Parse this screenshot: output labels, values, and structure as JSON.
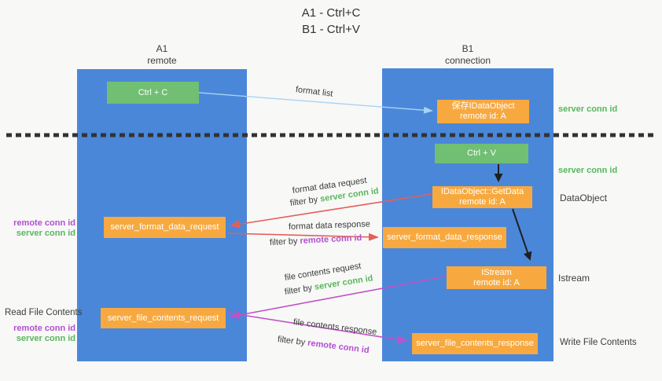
{
  "title": {
    "line1": "A1 - Ctrl+C",
    "line2": "B1 - Ctrl+V"
  },
  "lanes": {
    "left": {
      "name": "A1",
      "role": "remote"
    },
    "right": {
      "name": "B1",
      "role": "connection"
    }
  },
  "boxes": {
    "ctrl_c": {
      "label": "Ctrl + C"
    },
    "save_dataobject": {
      "line1": "保存IDataObject",
      "line2": "remote id: A"
    },
    "ctrl_v": {
      "label": "Ctrl + V"
    },
    "getdata": {
      "line1": "IDataObject::GetData",
      "line2": "remote id: A"
    },
    "format_request": {
      "label": "server_format_data_request"
    },
    "format_response": {
      "label": "server_format_data_response"
    },
    "istream": {
      "line1": "IStream",
      "line2": "remote id: A"
    },
    "file_request": {
      "label": "server_file_contents_request"
    },
    "file_response": {
      "label": "server_file_contents_response"
    }
  },
  "flow_labels": {
    "format_list": "format list",
    "format_data_request": "format data request",
    "format_data_response": "format data response",
    "file_contents_request": "file contents request",
    "file_contents_response": "file contents response",
    "filter_by": "filter by",
    "server_conn_id": "server conn id",
    "remote_conn_id": "remote conn id"
  },
  "side_labels": {
    "server_conn_id_top": "server conn id",
    "server_conn_id_mid": "server conn id",
    "dataobject": "DataObject",
    "istream": "Istream",
    "read_file_contents": "Read File Contents",
    "write_file_contents": "Write File Contents",
    "left_pair1": {
      "remote": "remote conn id",
      "server": "server conn id"
    },
    "left_pair2": {
      "remote": "remote conn id",
      "server": "server conn id"
    }
  },
  "colors": {
    "lane_blue": "#4b87d9",
    "box_green": "#70bf73",
    "box_orange": "#f7a940",
    "arrow_red": "#e55f58",
    "arrow_magenta": "#c052c6",
    "arrow_blue": "#a7d3f3",
    "text_green": "#58b75c",
    "text_purple": "#b14fd1"
  }
}
